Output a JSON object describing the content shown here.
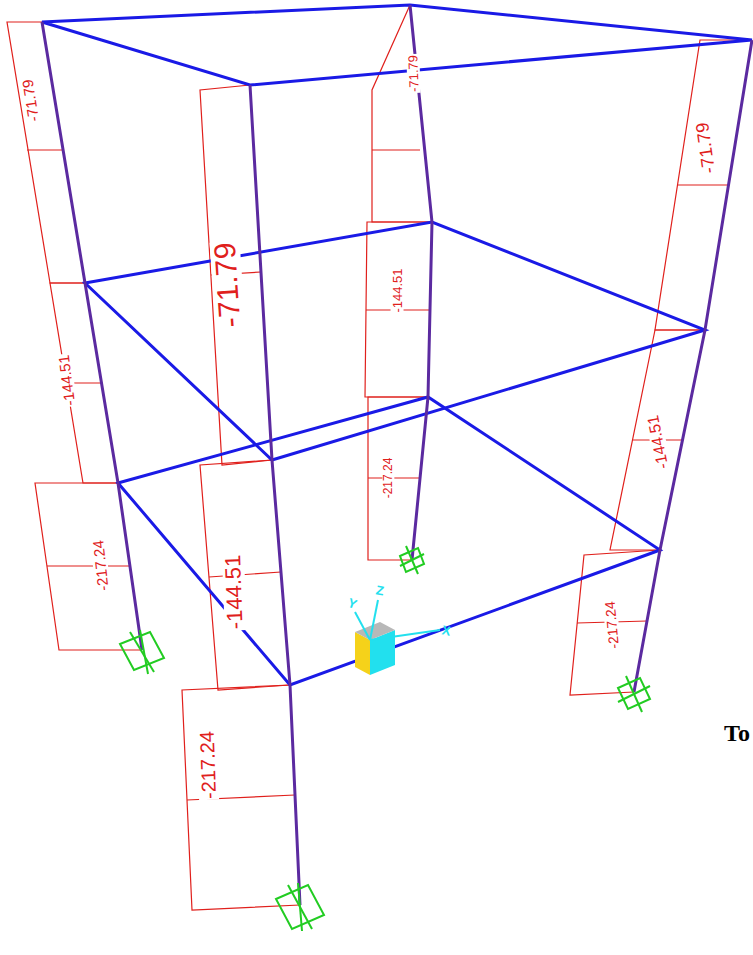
{
  "diagram": {
    "labels": [
      "-71.79",
      "-71.79",
      "-71.79",
      "-71.79",
      "-144.51",
      "-144.51",
      "-144.51",
      "-144.51",
      "-217.24",
      "-217.24",
      "-217.24",
      "-217.24",
      "To",
      "Y",
      "Z",
      "X"
    ]
  }
}
